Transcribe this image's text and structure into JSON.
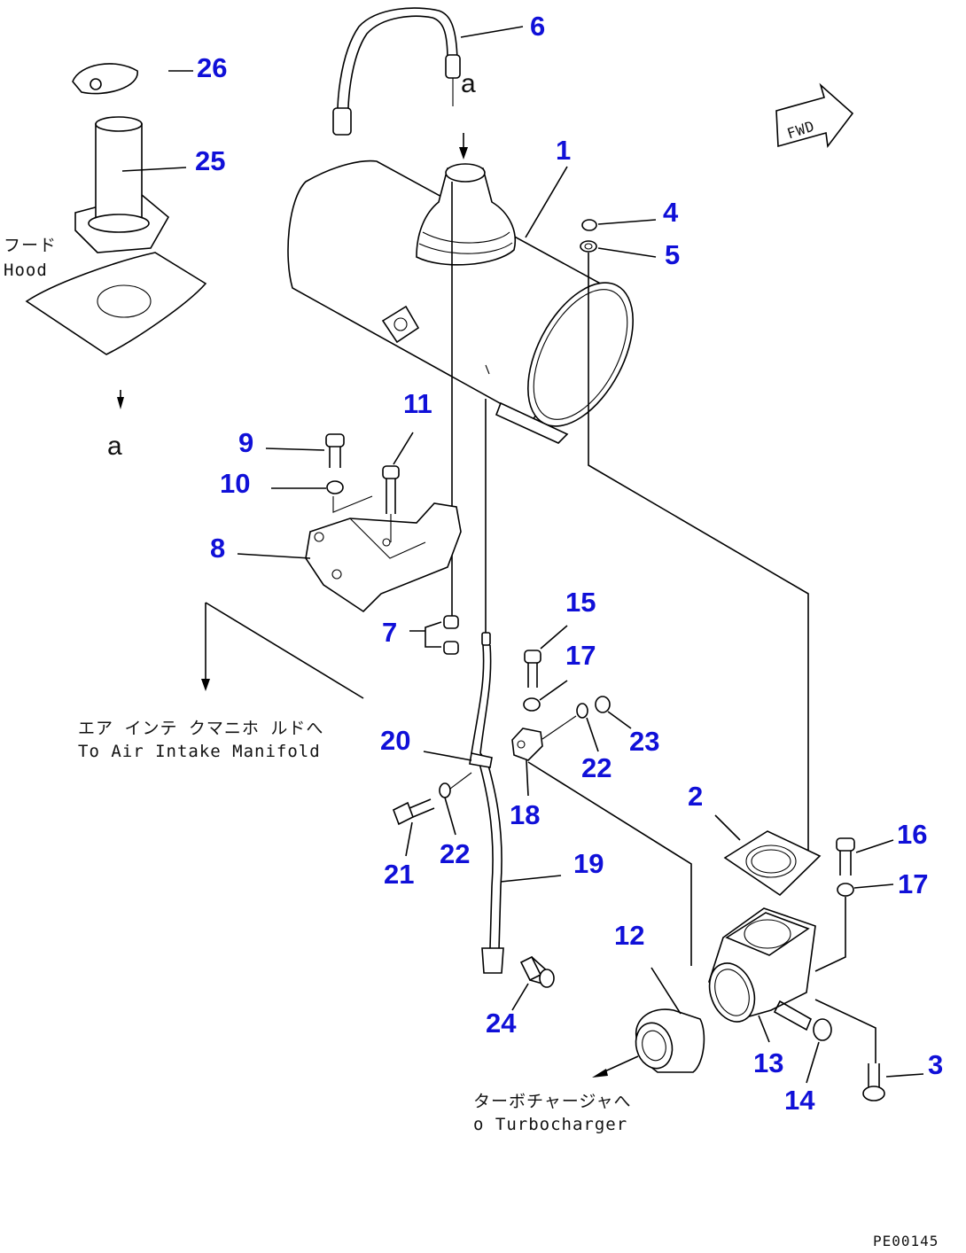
{
  "diagram": {
    "callouts": [
      {
        "n": "1"
      },
      {
        "n": "2"
      },
      {
        "n": "3"
      },
      {
        "n": "4"
      },
      {
        "n": "5"
      },
      {
        "n": "6"
      },
      {
        "n": "7"
      },
      {
        "n": "8"
      },
      {
        "n": "9"
      },
      {
        "n": "10"
      },
      {
        "n": "11"
      },
      {
        "n": "12"
      },
      {
        "n": "13"
      },
      {
        "n": "14"
      },
      {
        "n": "15"
      },
      {
        "n": "16"
      },
      {
        "n": "17"
      },
      {
        "n": "17"
      },
      {
        "n": "18"
      },
      {
        "n": "19"
      },
      {
        "n": "20"
      },
      {
        "n": "21"
      },
      {
        "n": "22"
      },
      {
        "n": "22"
      },
      {
        "n": "23"
      },
      {
        "n": "24"
      },
      {
        "n": "25"
      },
      {
        "n": "26"
      }
    ],
    "view_mark_top": "a",
    "view_mark_left": "a",
    "fwd_label": "FWD",
    "hood": {
      "jp": "フード",
      "en": "Hood"
    },
    "to_manifold": {
      "jp": "エア インテ クマニホ ルドへ",
      "en": "To Air Intake Manifold"
    },
    "to_turbo": {
      "jp": "ターボチャージャへ",
      "en": "o Turbocharger"
    },
    "drawing_no": "PE00145",
    "colors": {
      "callout": "#1010d8",
      "line": "#000000",
      "background": "#ffffff"
    }
  }
}
